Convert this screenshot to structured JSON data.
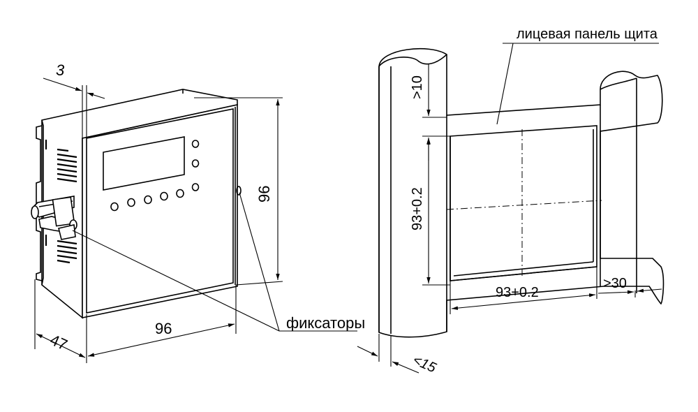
{
  "labels": {
    "dim_thickness": "3",
    "dim_height": "96",
    "dim_width": "96",
    "dim_depth": "47",
    "fixators": "фиксаторы",
    "panel_face": "лицевая панель щита",
    "min_top_margin": ">10",
    "cutout_height": "93+0.2",
    "cutout_width": "93+0.2",
    "min_side_margin": ">30",
    "max_panel_thickness": "<15"
  }
}
